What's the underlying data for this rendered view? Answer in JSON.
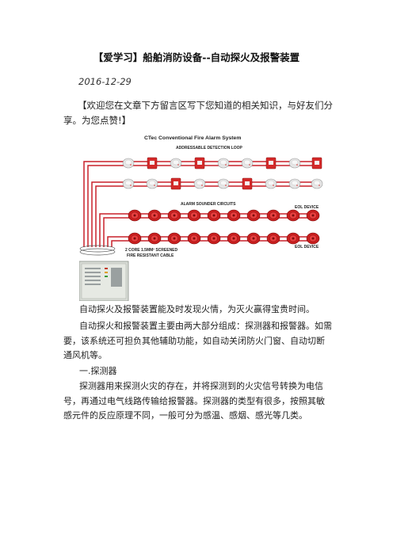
{
  "article": {
    "title": "【爱学习】船舶消防设备--自动探火及报警装置",
    "date": "2016-12-29",
    "intro": "【欢迎您在文章下方留言区写下您知道的相关知识，与好友们分享。为您点赞!】",
    "paragraphs": [
      "自动探火及报警装置能及时发现火情，为灭火赢得宝贵时间。",
      "自动探火和报警装置主要由两大部分组成：探测器和报警器。如需要，该系统还可担负其他辅助功能，如自动关闭防火门窗、自动切断通风机等。",
      "一.探测器",
      "探测器用来探测火灾的存在，并将探测到的火灾信号转换为电信号，再通过电气线路传输给报警器。探测器的类型有很多，按照其敏感元件的反应原理不同，一般可分为感温、感烟、感光等几类。"
    ]
  },
  "figure": {
    "heading": "CTec Conventional Fire Alarm System",
    "loop_label": "ADDRESSABLE DETECTION LOOP",
    "sounder_label": "ALARM SOUNDER CIRCUITS",
    "eol_label_1": "EOL DEVICE",
    "eol_label_2": "EOL DEVICE",
    "cable_label_1": "2 CORE 1.5MM² SCREENED",
    "cable_label_2": "FIRE RESISTANT CABLE",
    "colors": {
      "cable": "#c8202a",
      "detector": "#e6e6e6",
      "callpoint": "#d42a2a",
      "sounder": "#c81e1e",
      "panel": "#d8dcd6"
    }
  }
}
